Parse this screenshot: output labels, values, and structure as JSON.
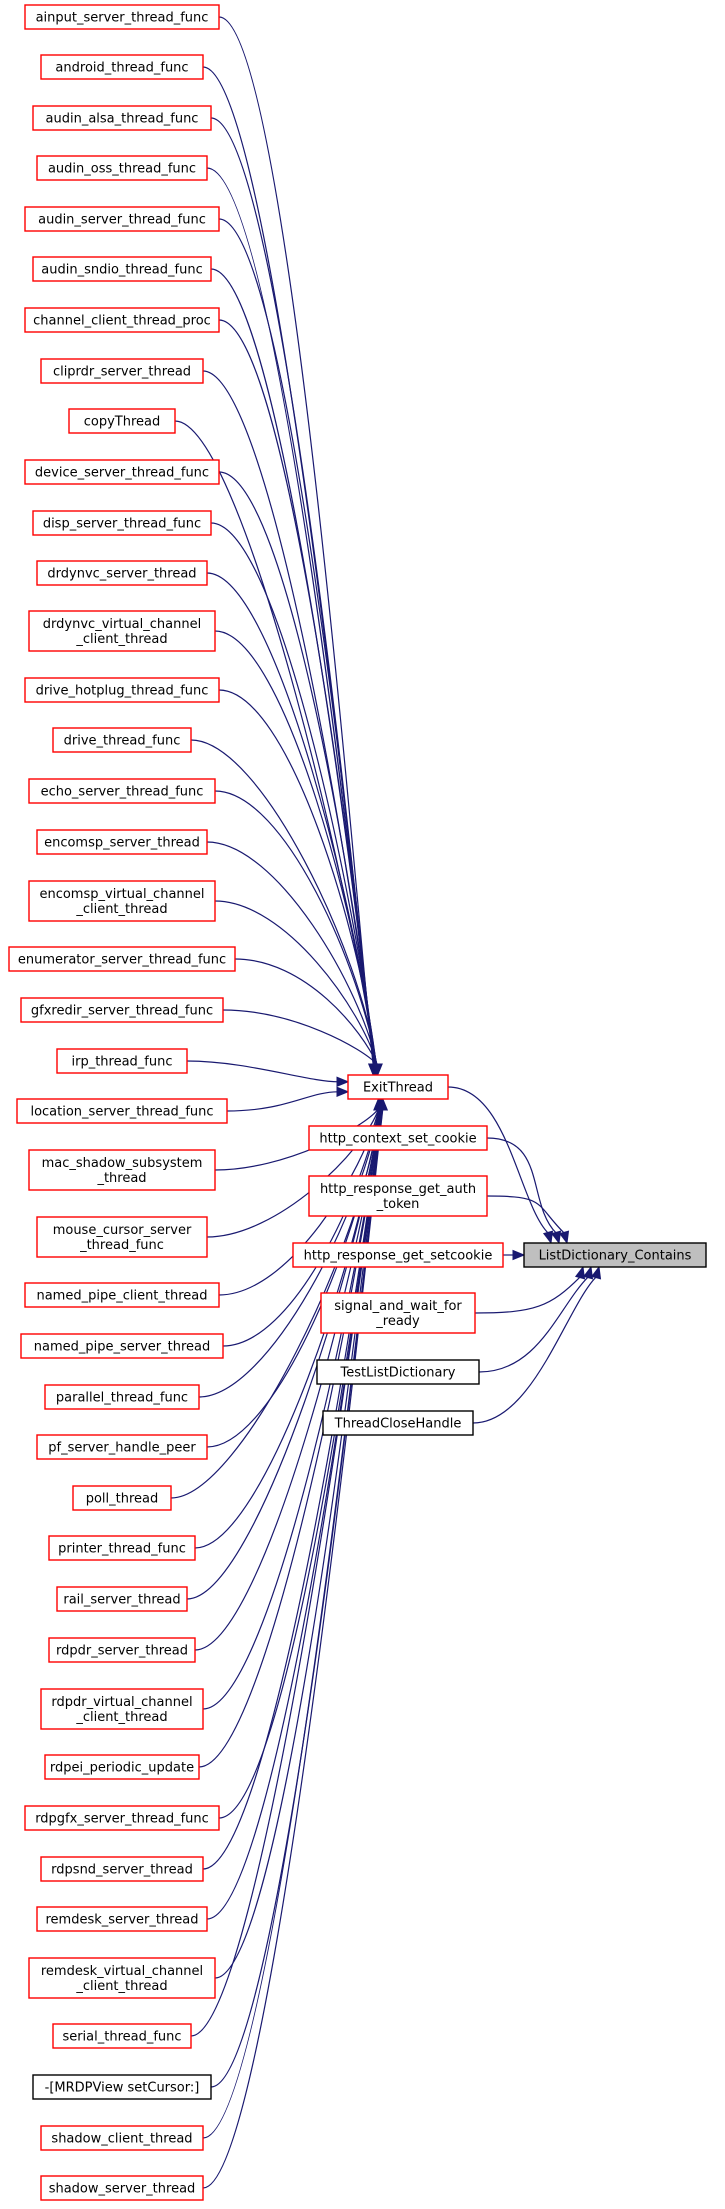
{
  "root": {
    "label": "ListDictionary_Contains"
  },
  "hub": {
    "label": "ExitThread"
  },
  "exit_callers": [
    {
      "lines": [
        "ainput_server_thread_func"
      ]
    },
    {
      "lines": [
        "android_thread_func"
      ]
    },
    {
      "lines": [
        "audin_alsa_thread_func"
      ]
    },
    {
      "lines": [
        "audin_oss_thread_func"
      ]
    },
    {
      "lines": [
        "audin_server_thread_func"
      ]
    },
    {
      "lines": [
        "audin_sndio_thread_func"
      ]
    },
    {
      "lines": [
        "channel_client_thread_proc"
      ]
    },
    {
      "lines": [
        "cliprdr_server_thread"
      ]
    },
    {
      "lines": [
        "copyThread"
      ]
    },
    {
      "lines": [
        "device_server_thread_func"
      ]
    },
    {
      "lines": [
        "disp_server_thread_func"
      ]
    },
    {
      "lines": [
        "drdynvc_server_thread"
      ]
    },
    {
      "lines": [
        "drdynvc_virtual_channel",
        "_client_thread"
      ]
    },
    {
      "lines": [
        "drive_hotplug_thread_func"
      ]
    },
    {
      "lines": [
        "drive_thread_func"
      ]
    },
    {
      "lines": [
        "echo_server_thread_func"
      ]
    },
    {
      "lines": [
        "encomsp_server_thread"
      ]
    },
    {
      "lines": [
        "encomsp_virtual_channel",
        "_client_thread"
      ]
    },
    {
      "lines": [
        "enumerator_server_thread_func"
      ]
    },
    {
      "lines": [
        "gfxredir_server_thread_func"
      ]
    },
    {
      "lines": [
        "irp_thread_func"
      ]
    },
    {
      "lines": [
        "location_server_thread_func"
      ]
    },
    {
      "lines": [
        "mac_shadow_subsystem",
        "_thread"
      ]
    },
    {
      "lines": [
        "mouse_cursor_server",
        "_thread_func"
      ]
    },
    {
      "lines": [
        "named_pipe_client_thread"
      ]
    },
    {
      "lines": [
        "named_pipe_server_thread"
      ]
    },
    {
      "lines": [
        "parallel_thread_func"
      ]
    },
    {
      "lines": [
        "pf_server_handle_peer"
      ]
    },
    {
      "lines": [
        "poll_thread"
      ]
    },
    {
      "lines": [
        "printer_thread_func"
      ]
    },
    {
      "lines": [
        "rail_server_thread"
      ]
    },
    {
      "lines": [
        "rdpdr_server_thread"
      ]
    },
    {
      "lines": [
        "rdpdr_virtual_channel",
        "_client_thread"
      ]
    },
    {
      "lines": [
        "rdpei_periodic_update"
      ]
    },
    {
      "lines": [
        "rdpgfx_server_thread_func"
      ]
    },
    {
      "lines": [
        "rdpsnd_server_thread"
      ]
    },
    {
      "lines": [
        "remdesk_server_thread"
      ]
    },
    {
      "lines": [
        "remdesk_virtual_channel",
        "_client_thread"
      ]
    },
    {
      "lines": [
        "serial_thread_func"
      ]
    },
    {
      "lines": [
        "-[MRDPView setCursor:]"
      ],
      "style": "black"
    },
    {
      "lines": [
        "shadow_client_thread"
      ]
    },
    {
      "lines": [
        "shadow_server_thread"
      ]
    }
  ],
  "direct_callers": [
    {
      "lines": [
        "ExitThread"
      ],
      "style": "red"
    },
    {
      "lines": [
        "http_context_set_cookie"
      ],
      "style": "red"
    },
    {
      "lines": [
        "http_response_get_auth",
        "_token"
      ],
      "style": "red"
    },
    {
      "lines": [
        "http_response_get_setcookie"
      ],
      "style": "red"
    },
    {
      "lines": [
        "signal_and_wait_for",
        "_ready"
      ],
      "style": "red"
    },
    {
      "lines": [
        "TestListDictionary"
      ],
      "style": "black"
    },
    {
      "lines": [
        "ThreadCloseHandle"
      ],
      "style": "black"
    }
  ],
  "colors": {
    "edge": "#191970",
    "node_border": "#ff0000",
    "plain_border": "#000000",
    "root_fill": "#bfbfbf"
  }
}
